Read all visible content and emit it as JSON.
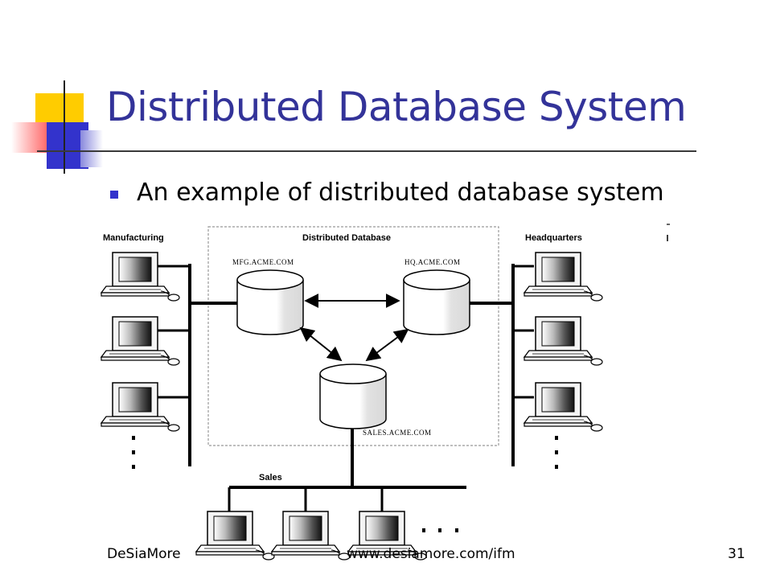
{
  "slide": {
    "title": "Distributed Database System",
    "bullet": "An example of distributed database system",
    "colors": {
      "title": "#333399",
      "bullet": "#3333cc",
      "accent_yellow": "#ffcc00",
      "accent_red": "#ff3333",
      "accent_blue": "#3333cc"
    }
  },
  "diagram": {
    "labels": {
      "manufacturing": "Manufacturing",
      "distributed_database": "Distributed Database",
      "headquarters": "Headquarters",
      "sales": "Sales"
    },
    "databases": {
      "mfg": "MFG.ACME.COM",
      "hq": "HQ.ACME.COM",
      "sales": "SALES.ACME.COM"
    },
    "icons": [
      "computer-workstation-icon",
      "database-cylinder-icon"
    ]
  },
  "footer": {
    "left": "DeSiaMore",
    "center": "www.desiamore.com/ifm",
    "page_number": "31"
  }
}
